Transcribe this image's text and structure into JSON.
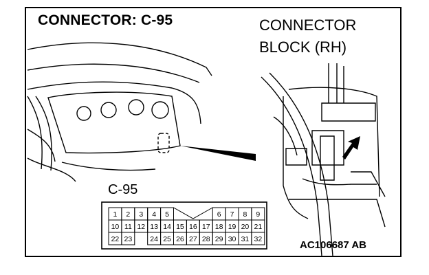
{
  "title": "CONNECTOR: C-95",
  "block_label": {
    "line1": "CONNECTOR",
    "line2": "BLOCK (RH)"
  },
  "connector_name": "C-95",
  "figure_code": "AC106687 AB",
  "pins": {
    "row1": [
      "1",
      "2",
      "3",
      "4",
      "5",
      "6",
      "7",
      "8",
      "9"
    ],
    "row2": [
      "10",
      "11",
      "12",
      "13",
      "14",
      "15",
      "16",
      "17",
      "18",
      "19",
      "20",
      "21"
    ],
    "row3": [
      "22",
      "23",
      "24",
      "25",
      "26",
      "27",
      "28",
      "29",
      "30",
      "31",
      "32"
    ]
  }
}
